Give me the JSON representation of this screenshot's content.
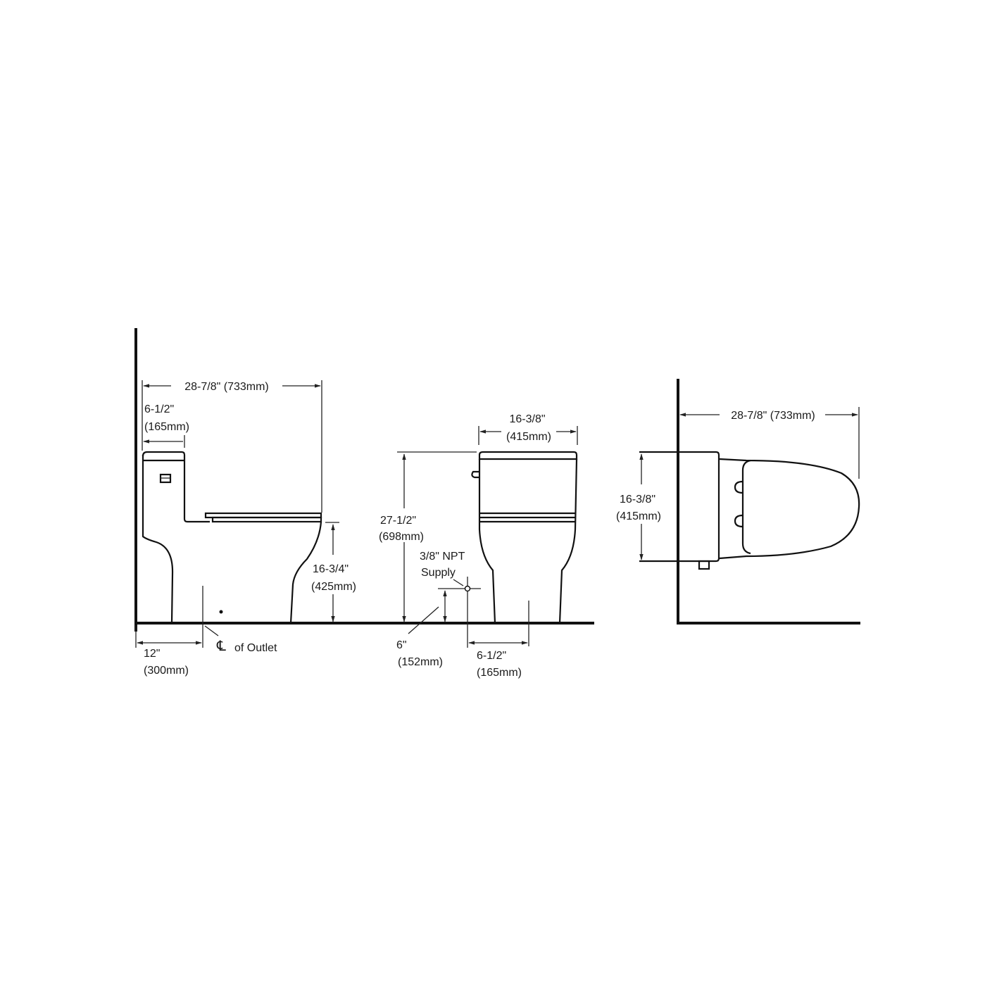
{
  "colors": {
    "line": "#111111",
    "background": "#ffffff"
  },
  "side_view": {
    "overall_length": "28-7/8\" (733mm)",
    "tank_depth_in": "6-1/2\"",
    "tank_depth_mm": "(165mm)",
    "seat_height_in": "16-3/4\"",
    "seat_height_mm": "(425mm)",
    "rough_in_in": "12\"",
    "rough_in_mm": "(300mm)",
    "centerline_symbol": "℄",
    "centerline_label": "of Outlet"
  },
  "front_view": {
    "width_in": "16-3/8\"",
    "width_mm": "(415mm)",
    "height_in": "27-1/2\"",
    "height_mm": "(698mm)",
    "supply_line1": "3/8\" NPT",
    "supply_line2": "Supply",
    "supply_height_in": "6\"",
    "supply_height_mm": "(152mm)",
    "supply_offset_in": "6-1/2\"",
    "supply_offset_mm": "(165mm)"
  },
  "top_view": {
    "overall_length": "28-7/8\" (733mm)",
    "width_in": "16-3/8\"",
    "width_mm": "(415mm)"
  }
}
